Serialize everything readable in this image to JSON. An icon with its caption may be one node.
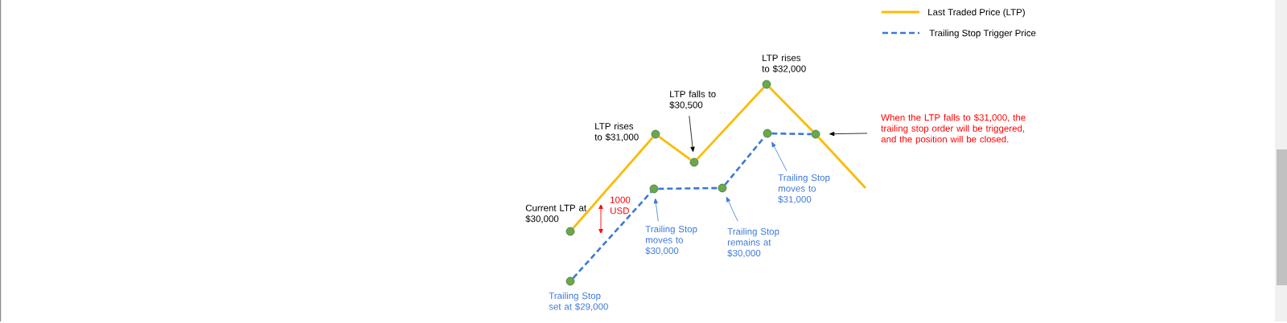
{
  "diagram": {
    "nodes": [
      {
        "text": [],
        "shape": "circle",
        "beside": [
          "Current LTP at $30,000"
        ]
      },
      {
        "text": [],
        "shape": "circle",
        "beside": [
          "Trailing Stop set at $29,000"
        ]
      },
      {
        "text": [],
        "shape": "circle",
        "beside": [
          "LTP rises to $31,000"
        ]
      },
      {
        "text": [],
        "shape": "circle"
      },
      {
        "text": [
          "Trailing Stop moves to $30,000"
        ]
      },
      {
        "text": [
          "LTP falls to $30,500"
        ]
      },
      {
        "text": [],
        "shape": "circle"
      },
      {
        "text": [],
        "shape": "circle"
      },
      {
        "text": [
          "Trailing Stop remains at $30,000"
        ]
      },
      {
        "text": [],
        "shape": "circle",
        "beside": [
          "LTP rises to $32,000"
        ]
      },
      {
        "text": [],
        "shape": "circle"
      },
      {
        "text": [
          "Trailing Stop moves to $31,000"
        ]
      },
      {
        "text": [],
        "shape": "circle"
      },
      {
        "text": [
          "When the LTP falls to $31,000, the trailing stop order will be triggered, and the position will be closed."
        ]
      }
    ],
    "edges": [
      {
        "from": 0,
        "to": 2,
        "arrow": "none",
        "color": "#fbbc04"
      },
      {
        "from": 2,
        "to": 6,
        "arrow": "none",
        "color": "#fbbc04"
      },
      {
        "from": 6,
        "to": 9,
        "arrow": "none",
        "color": "#fbbc04"
      },
      {
        "from": 9,
        "to": 12,
        "arrow": "none",
        "color": "#fbbc04"
      },
      {
        "from": 12,
        "to": null,
        "arrow": "none",
        "color": "#fbbc04"
      },
      {
        "from": 1,
        "to": 3,
        "arrow": "none",
        "style": "dashed",
        "color": "#3c78d8"
      },
      {
        "from": 3,
        "to": 7,
        "arrow": "none",
        "style": "dashed",
        "color": "#3c78d8"
      },
      {
        "from": 7,
        "to": 10,
        "arrow": "none",
        "style": "dashed",
        "color": "#3c78d8"
      },
      {
        "from": 10,
        "to": 12,
        "arrow": "none",
        "style": "dashed",
        "color": "#3c78d8"
      },
      {
        "from": 5,
        "to": 6,
        "arrow": "to",
        "color": "#000000"
      },
      {
        "from": 4,
        "to": 3,
        "arrow": "to",
        "color": "#3c78d8"
      },
      {
        "from": 8,
        "to": 7,
        "arrow": "to",
        "color": "#3c78d8"
      },
      {
        "from": 11,
        "to": 10,
        "arrow": "to",
        "color": "#3c78d8"
      },
      {
        "from": 13,
        "to": 12,
        "arrow": "to",
        "color": "#000000"
      }
    ],
    "labels": [
      "1000 USD"
    ],
    "legend": [
      {
        "text": "Last Traded Price (LTP)"
      },
      {
        "text": "Trailing Stop Trigger Price"
      }
    ]
  }
}
